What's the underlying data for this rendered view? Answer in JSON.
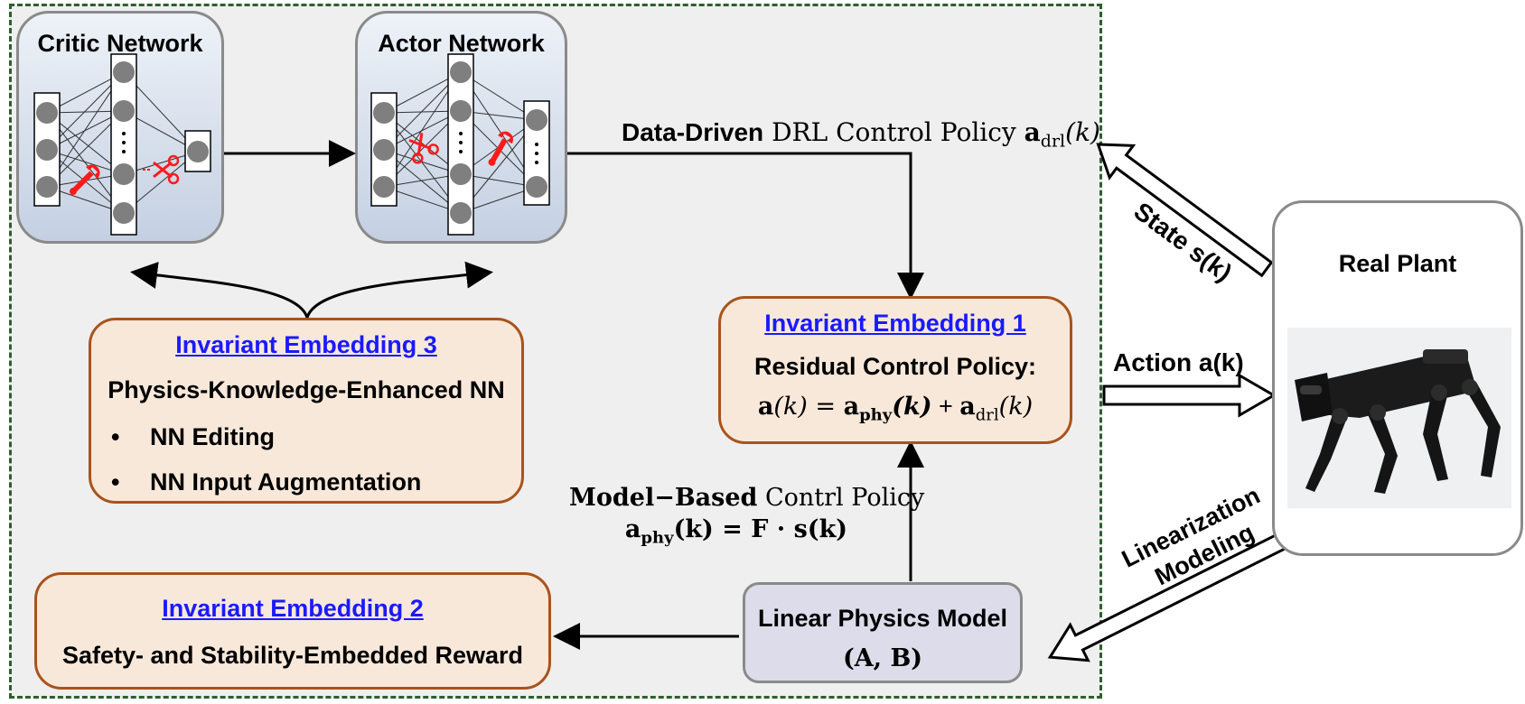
{
  "critic": {
    "title": "Critic Network"
  },
  "actor": {
    "title": "Actor Network"
  },
  "ie3": {
    "title": "Invariant Embedding 3",
    "subtitle": "Physics-Knowledge-Enhanced NN",
    "items": [
      "NN Editing",
      "NN Input Augmentation"
    ]
  },
  "ie1": {
    "title": "Invariant Embedding 1",
    "subtitle": "Residual Control Policy:",
    "eq_a": "a",
    "eq_k": "(k) = ",
    "eq_aphy": "a",
    "eq_phy_sub": "phy",
    "eq_kb": "(k)",
    "eq_plus": " +  ",
    "eq_adrl": "a",
    "eq_drl_sub": "drl",
    "eq_k2": "(k)"
  },
  "ie2": {
    "title": "Invariant Embedding 2",
    "subtitle": "Safety- and Stability-Embedded Reward"
  },
  "physics_model": {
    "title": "Linear Physics Model",
    "params": "(A, B)"
  },
  "plant": {
    "title": "Real Plant"
  },
  "labels": {
    "drl_bold": "Data-Driven",
    "drl_rest": " DRL Control Policy ",
    "drl_a": "a",
    "drl_sub": "drl",
    "drl_k": "(k)",
    "mb_bold": "Model−Based",
    "mb_rest": " Contrl Policy",
    "mb_a": "a",
    "mb_sub": "phy",
    "mb_eq": "(k) = F · s(k)",
    "state": "State s(k)",
    "action": "Action a(k)",
    "lin_line1": "Linearization",
    "lin_line2": "Modeling"
  },
  "colors": {
    "frame": "#2f5e2f",
    "ie_border": "#a9531c",
    "ie_fill": "#f8e8da",
    "link": "#1a1aff",
    "edit_icon": "#ff1a1a"
  }
}
